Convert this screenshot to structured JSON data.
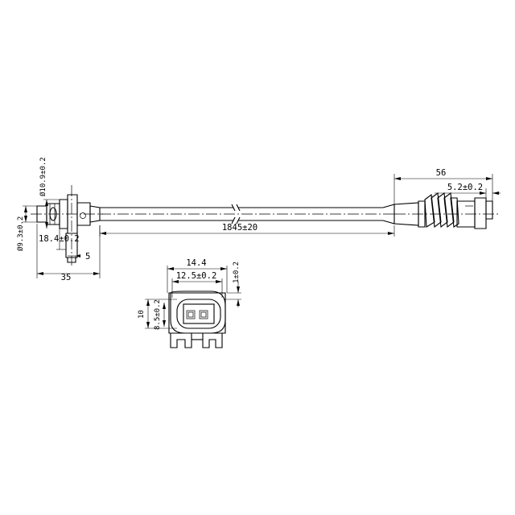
{
  "dimensions": {
    "cable_length": "1845±20",
    "connector_length": "56",
    "connector_pin_offset": "5.2±0.2",
    "sensor_head_diameter": "Ø10.9±0.2",
    "sensor_tip_diameter": "Ø9.3±0.2",
    "sensor_body_length": "35",
    "bracket_offset": "18.4±0.2",
    "bracket_thickness": "5",
    "face_width_outer": "14.4",
    "face_width_inner": "12.5±0.2",
    "face_step": "1±0.2",
    "face_height_outer": "10",
    "face_height_inner": "8.5±0.2"
  }
}
